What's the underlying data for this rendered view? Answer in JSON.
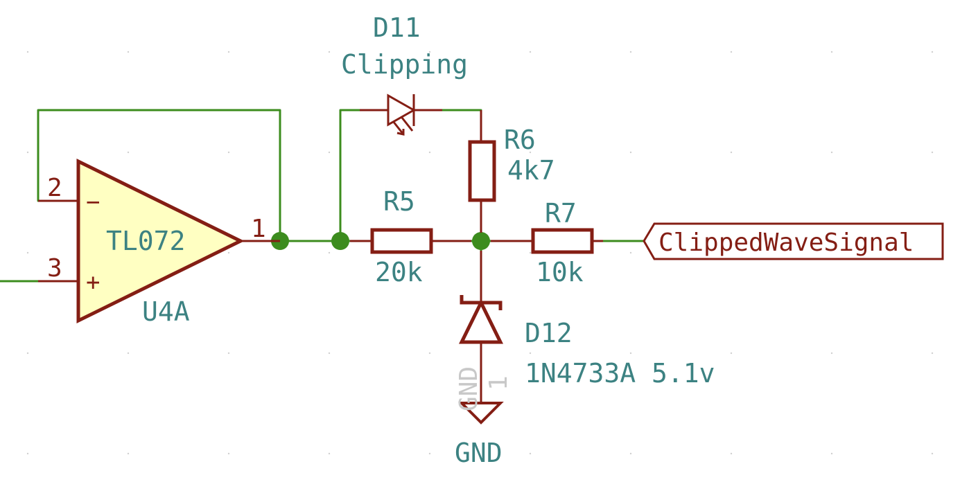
{
  "opamp": {
    "reference": "U4A",
    "value": "TL072",
    "pin_inv": "2",
    "pin_noninv": "3",
    "pin_out": "1",
    "sign_inv": "−",
    "sign_noninv": "+"
  },
  "d11": {
    "reference": "D11",
    "value": "Clipping"
  },
  "r5": {
    "reference": "R5",
    "value": "20k"
  },
  "r6": {
    "reference": "R6",
    "value": "4k7"
  },
  "r7": {
    "reference": "R7",
    "value": "10k"
  },
  "d12": {
    "reference": "D12",
    "value": "1N4733A 5.1v"
  },
  "gnd": {
    "label": "GND",
    "ghost_name": "GND",
    "ghost_pin": "1"
  },
  "net_label": "ClippedWaveSignal",
  "colors": {
    "wire": "#3c8c1e",
    "component": "#841e14",
    "text": "#3c8282",
    "opamp_fill": "#ffffc2",
    "background": "#ffffff"
  }
}
